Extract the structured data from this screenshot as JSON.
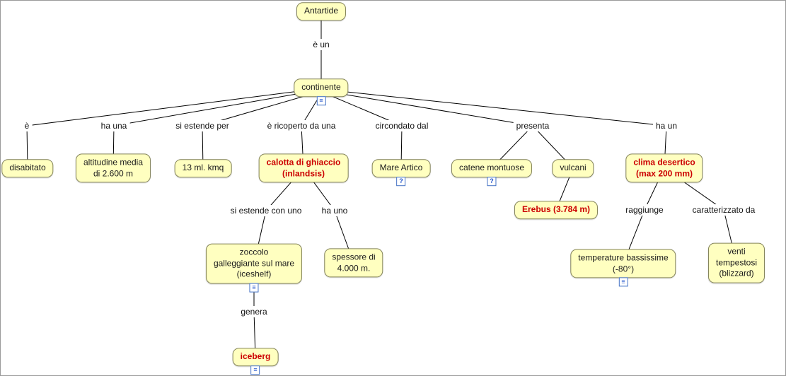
{
  "nodes": {
    "antartide": {
      "label": "Antartide"
    },
    "continente": {
      "label": "continente",
      "icon": "document"
    },
    "disabitato": {
      "label": "disabitato"
    },
    "altitudine": {
      "label": "altitudine media\ndi 2.600 m"
    },
    "kmq": {
      "label": "13 ml. kmq"
    },
    "calotta": {
      "label": "calotta di ghiaccio\n(inlandsis)",
      "emphasis": true
    },
    "mare_artico": {
      "label": "Mare Artico",
      "icon": "question"
    },
    "catene": {
      "label": "catene montuose",
      "icon": "question"
    },
    "vulcani": {
      "label": "vulcani"
    },
    "clima": {
      "label": "clima desertico\n(max 200 mm)",
      "emphasis": true
    },
    "erebus": {
      "label": "Erebus (3.784 m)",
      "emphasis": true
    },
    "zoccolo": {
      "label": "zoccolo\ngalleggiante sul mare\n(iceshelf)",
      "icon": "document"
    },
    "spessore": {
      "label": "spessore di\n4.000 m."
    },
    "temperature": {
      "label": "temperature bassissime\n(-80°)",
      "icon": "document"
    },
    "venti": {
      "label": "venti tempestosi\n(blizzard)"
    },
    "iceberg": {
      "label": "iceberg",
      "emphasis": true,
      "icon": "document"
    }
  },
  "labels": {
    "e_un": "è un",
    "e": "è",
    "ha_una": "ha una",
    "si_estende_per": "si estende per",
    "e_ricoperto": "è ricoperto da una",
    "circondato": "circondato dal",
    "presenta": "presenta",
    "ha_un": "ha un",
    "si_estende_con": "si estende con uno",
    "ha_uno": "ha uno",
    "raggiunge": "raggiunge",
    "caratterizzato": "caratterizzato da",
    "genera": "genera"
  },
  "icons": {
    "document": "≡",
    "question": "?"
  },
  "colors": {
    "node_fill": "#FFFFC0",
    "node_border": "#84845A",
    "emphasis_text": "#CC0000",
    "line": "#000000",
    "icon_border": "#4472C4"
  }
}
